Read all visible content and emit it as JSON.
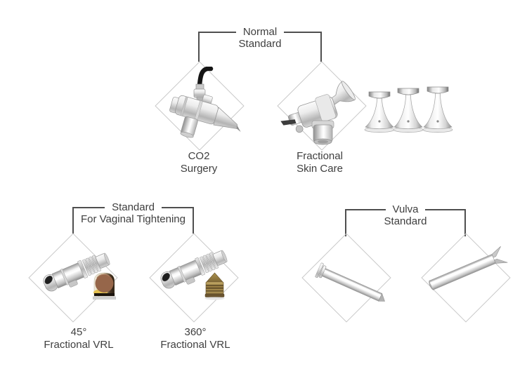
{
  "diagram": {
    "background": "#ffffff",
    "sections": [
      {
        "id": "normal-standard",
        "title_line1": "Normal",
        "title_line2": "Standard",
        "products": [
          {
            "id": "co2-surgery",
            "label_line1": "CO2",
            "label_line2": "Surgery",
            "image": "co2-surgery-handpiece"
          },
          {
            "id": "fractional-skin-care",
            "label_line1": "Fractional",
            "label_line2": "Skin Care",
            "image": "fractional-skin-care-handpiece"
          },
          {
            "id": "fractional-tips",
            "image": "three-fractional-spool-tips"
          }
        ]
      },
      {
        "id": "vaginal-tightening-standard",
        "title_line1": "Standard",
        "title_line2": "For Vaginal Tightening",
        "products": [
          {
            "id": "45-fractional-vrl",
            "label_line1": "45°",
            "label_line2": "Fractional VRL",
            "image": "45-degree-vrl-probe"
          },
          {
            "id": "360-fractional-vrl",
            "label_line1": "360°",
            "label_line2": "Fractional VRL",
            "image": "360-degree-vrl-probe"
          }
        ]
      },
      {
        "id": "vulva-standard",
        "title_line1": "Vulva",
        "title_line2": "Standard",
        "products": [
          {
            "id": "vulva-probe-beveled",
            "image": "beveled-tip-probe"
          },
          {
            "id": "vulva-probe-forked",
            "image": "forked-tip-probe"
          }
        ]
      }
    ],
    "colors": {
      "bracket_line": "#4f4f4f",
      "diamond_outline": "#c8c8c8",
      "text": "#3e3e3e",
      "metal_base": "#d9d9d9",
      "brass_tip": "#9c7f45",
      "inset_brown": "#96664a",
      "cable_black": "#151515"
    }
  }
}
